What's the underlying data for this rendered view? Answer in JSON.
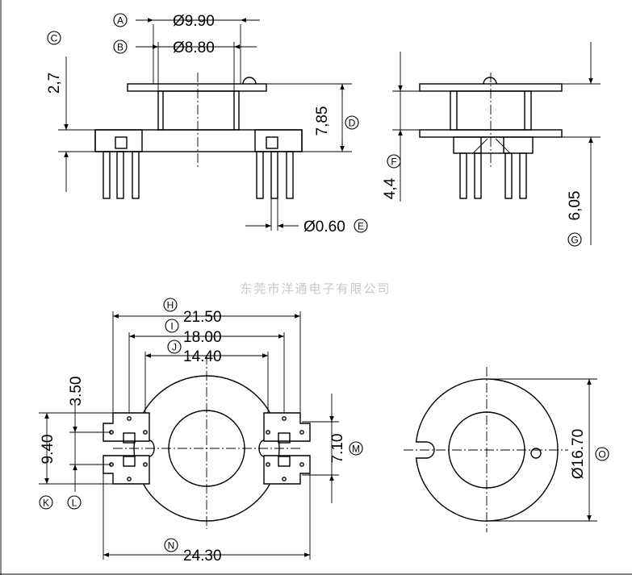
{
  "dimensions": {
    "A": {
      "letter": "A",
      "value": "Ø9.90"
    },
    "B": {
      "letter": "B",
      "value": "Ø8.80"
    },
    "C": {
      "letter": "C",
      "value": "2,7"
    },
    "D": {
      "letter": "D",
      "value": "7,85"
    },
    "E": {
      "letter": "E",
      "value": "Ø0.60"
    },
    "F": {
      "letter": "F",
      "value": "4,4"
    },
    "G": {
      "letter": "G",
      "value": "6,05"
    },
    "H": {
      "letter": "H",
      "value": "21.50"
    },
    "I": {
      "letter": "I",
      "value": "18.00"
    },
    "J": {
      "letter": "J",
      "value": "14.40"
    },
    "K": {
      "letter": "K",
      "value": "9.40"
    },
    "L": {
      "letter": "L",
      "value": "3.50"
    },
    "M": {
      "letter": "M",
      "value": "7.10"
    },
    "N": {
      "letter": "N",
      "value": "24.30"
    },
    "O": {
      "letter": "O",
      "value": "Ø16.70"
    }
  },
  "watermark": "东莞市洋通电子有限公司"
}
